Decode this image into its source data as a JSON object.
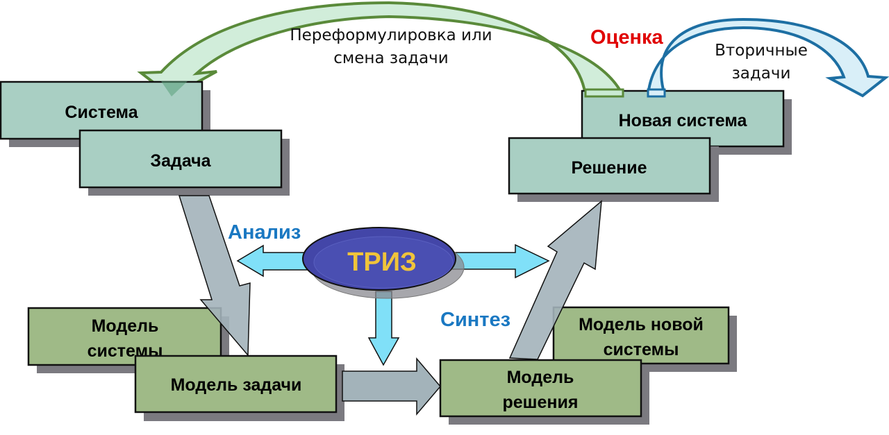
{
  "title": "ТРИЗ: цикл решения задачи",
  "colors": {
    "top_box_fill": "#a9cfc3",
    "model_box_fill": "#9fba87",
    "box_border": "#111111",
    "shadow": "#7b7a80",
    "grey_arrow": "#a3b3ba",
    "cyan_arrow": "#80e0f8",
    "green_arrow_stroke": "#5a8a3a",
    "green_arrow_fill": "#c9ead3",
    "blue_arrow_stroke": "#1d6fa3",
    "blue_arrow_fill": "#d9eff8",
    "triz_fill": "#4346a8",
    "triz_text": "#f0c43a",
    "accent_blue": "#1a78c2",
    "accent_red": "#e00000"
  },
  "boxes": {
    "system": {
      "lines": [
        "Система"
      ]
    },
    "task": {
      "lines": [
        "Задача"
      ]
    },
    "new_system": {
      "lines": [
        "Новая система"
      ]
    },
    "solution": {
      "lines": [
        "Решение"
      ]
    },
    "system_model": {
      "lines": [
        "Модель",
        "системы"
      ]
    },
    "task_model": {
      "lines": [
        "Модель задачи"
      ]
    },
    "solution_model": {
      "lines": [
        "Модель",
        "решения"
      ]
    },
    "new_system_model": {
      "lines": [
        "Модель новой",
        "системы"
      ]
    }
  },
  "center": {
    "label": "ТРИЗ"
  },
  "labels": {
    "analysis": "Анализ",
    "synthesis": "Синтез",
    "evaluation": "Оценка",
    "reformulation": [
      "Переформулировка или",
      "смена задачи"
    ],
    "secondary": [
      "Вторичные",
      "задачи"
    ]
  }
}
